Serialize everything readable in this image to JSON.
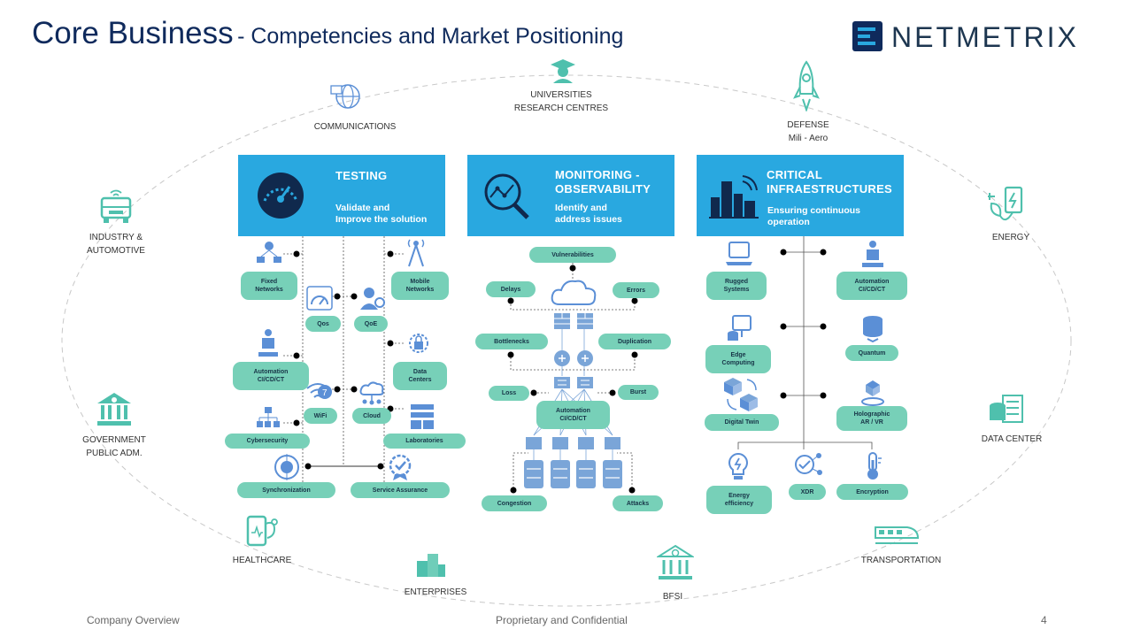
{
  "header": {
    "title": "Core Business",
    "subtitle": "- Competencies and Market Positioning",
    "logo_text": "NETMETRIX"
  },
  "colors": {
    "navy": "#0f2a5c",
    "blue": "#29a8e0",
    "teal": "#77d0b8",
    "icon_teal": "#4fc0ad",
    "icon_blue": "#5b8fd6",
    "dark": "#173447"
  },
  "markets": {
    "communications": "COMMUNICATIONS",
    "universities": [
      "UNIVERSITIES",
      "RESEARCH CENTRES"
    ],
    "defense": [
      "DEFENSE",
      "Mili - Aero"
    ],
    "industry": [
      "INDUSTRY &",
      "AUTOMOTIVE"
    ],
    "energy": "ENERGY",
    "government": [
      "GOVERNMENT",
      "PUBLIC ADM."
    ],
    "datacenter": "DATA CENTER",
    "healthcare": "HEALTHCARE",
    "enterprises": "ENTERPRISES",
    "bfsi": "BFSI",
    "transportation": "TRANSPORTATION"
  },
  "pillars": {
    "testing": {
      "title": "TESTING",
      "sub": [
        "Validate and",
        "Improve the solution"
      ]
    },
    "monitoring": {
      "title": [
        "MONITORING -",
        "OBSERVABILITY"
      ],
      "sub": [
        "Identify and",
        "address issues"
      ]
    },
    "critical": {
      "title": [
        "CRITICAL",
        "INFRAESTRUCTURES"
      ],
      "sub": [
        "Ensuring continuous",
        "operation"
      ]
    }
  },
  "testing_items": {
    "fixed": [
      "Fixed",
      "Networks"
    ],
    "qos": "Qos",
    "qoe": "QoE",
    "mobile": [
      "Mobile",
      "Networks"
    ],
    "automation": [
      "Automation",
      "CI/CD/CT"
    ],
    "datacenters": [
      "Data",
      "Centers"
    ],
    "wifi": "WiFi",
    "cloud": "Cloud",
    "cybersecurity": "Cybersecurity",
    "laboratories": "Laboratories",
    "synchronization": "Synchronization",
    "service_assurance": "Service Assurance"
  },
  "monitoring_items": {
    "vulnerabilities": "Vulnerabilities",
    "delays": "Delays",
    "errors": "Errors",
    "bottlenecks": "Bottlenecks",
    "duplication": "Duplication",
    "loss": "Loss",
    "burst": "Burst",
    "automation": [
      "Automation",
      "CI/CD/CT"
    ],
    "congestion": "Congestion",
    "attacks": "Attacks"
  },
  "critical_items": {
    "rugged": [
      "Rugged",
      "Systems"
    ],
    "automation": [
      "Automation",
      "CI/CD/CT"
    ],
    "edge": [
      "Edge",
      "Computing"
    ],
    "quantum": "Quantum",
    "digital_twin": "Digital Twin",
    "holographic": [
      "Holographic",
      "AR / VR"
    ],
    "energy": [
      "Energy",
      "efficiency"
    ],
    "xdr": "XDR",
    "encryption": "Encryption"
  },
  "footer": {
    "left": "Company Overview",
    "center": "Proprietary and Confidential",
    "page": "4"
  }
}
